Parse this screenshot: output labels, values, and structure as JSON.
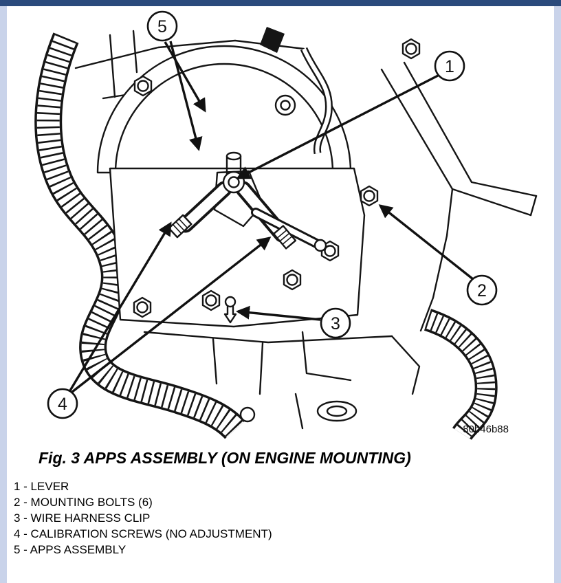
{
  "colors": {
    "topbar": "#2a4a7c",
    "frame": "#c9d3ea",
    "paper": "#ffffff",
    "ink": "#111111"
  },
  "figure": {
    "code": "80b46b88",
    "caption": "Fig. 3 APPS ASSEMBLY (ON ENGINE MOUNTING)",
    "callouts": [
      {
        "num": "1",
        "label": "LEVER"
      },
      {
        "num": "2",
        "label": "MOUNTING BOLTS (6)"
      },
      {
        "num": "3",
        "label": "WIRE HARNESS CLIP"
      },
      {
        "num": "4",
        "label": "CALIBRATION SCREWS (NO ADJUSTMENT)"
      },
      {
        "num": "5",
        "label": "APPS ASSEMBLY"
      }
    ],
    "legend": [
      "1 - LEVER",
      "2 - MOUNTING BOLTS (6)",
      "3 - WIRE HARNESS CLIP",
      "4 - CALIBRATION SCREWS (NO ADJUSTMENT)",
      "5 - APPS ASSEMBLY"
    ]
  }
}
